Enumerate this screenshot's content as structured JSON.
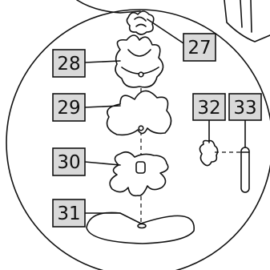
{
  "callouts": [
    {
      "id": "c27",
      "label": "27"
    },
    {
      "id": "c28",
      "label": "28"
    },
    {
      "id": "c29",
      "label": "29"
    },
    {
      "id": "c30",
      "label": "30"
    },
    {
      "id": "c31",
      "label": "31"
    },
    {
      "id": "c32",
      "label": "32"
    },
    {
      "id": "c33",
      "label": "33"
    }
  ]
}
